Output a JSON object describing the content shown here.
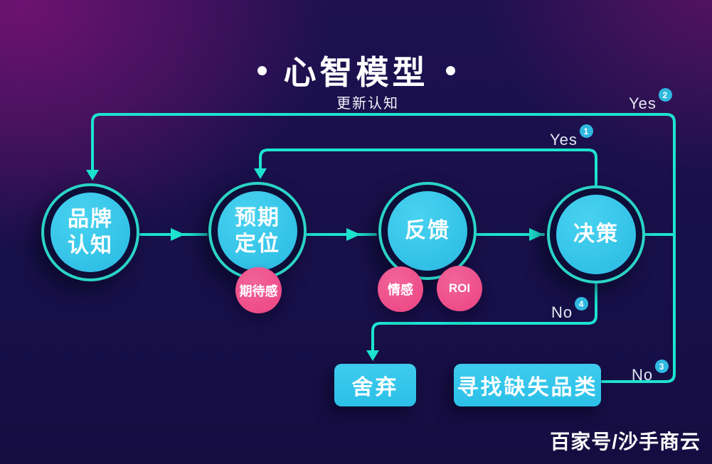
{
  "title": {
    "prefix_dot": "",
    "text": "心智模型",
    "suffix_dot": ""
  },
  "labels": {
    "update": "更新认知"
  },
  "stages": {
    "brand": {
      "label": "品牌\n认知"
    },
    "expect": {
      "label": "预期\n定位"
    },
    "feedback": {
      "label": "反馈"
    },
    "decision": {
      "label": "决策"
    }
  },
  "subnodes": {
    "expectation": {
      "label": "期待感"
    },
    "emotion": {
      "label": "情感"
    },
    "roi": {
      "label": "ROI"
    }
  },
  "outcomes": {
    "abandon": {
      "label": "舍弃"
    },
    "find_missing": {
      "label": "寻找缺失品类"
    }
  },
  "branches": {
    "yes1": {
      "label": "Yes",
      "badge": "1"
    },
    "yes2": {
      "label": "Yes",
      "badge": "2"
    },
    "no3": {
      "label": "No",
      "badge": "3"
    },
    "no4": {
      "label": "No",
      "badge": "4"
    }
  },
  "watermark": "百家号/沙手商云",
  "colors": {
    "background_base": "#181049",
    "background_glow_topleft": "#6d1270",
    "connector": "#1de3cf",
    "node_fill": "#35c4e8",
    "node_ring": "#2bd3c7",
    "ring_gap": "#0d0d38",
    "pink": "#ee4e8a",
    "badge": "#30b9e0",
    "text": "#ffffff"
  }
}
